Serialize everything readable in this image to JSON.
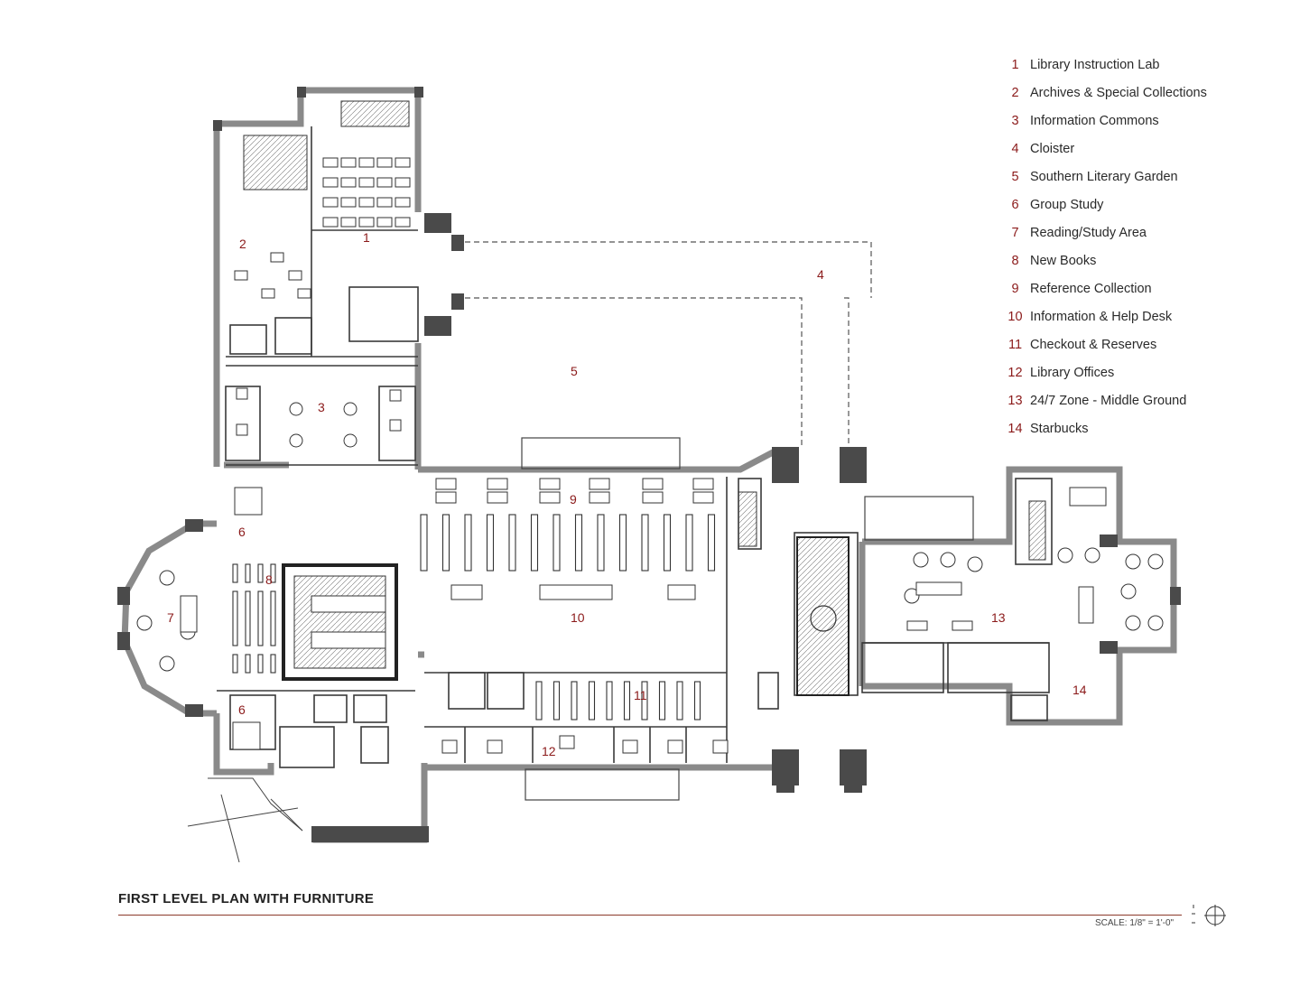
{
  "legend": {
    "items": [
      {
        "num": "1",
        "label": "Library Instruction Lab"
      },
      {
        "num": "2",
        "label": "Archives & Special Collections"
      },
      {
        "num": "3",
        "label": "Information Commons"
      },
      {
        "num": "4",
        "label": "Cloister"
      },
      {
        "num": "5",
        "label": "Southern Literary Garden"
      },
      {
        "num": "6",
        "label": "Group Study"
      },
      {
        "num": "7",
        "label": "Reading/Study Area"
      },
      {
        "num": "8",
        "label": "New Books"
      },
      {
        "num": "9",
        "label": "Reference Collection"
      },
      {
        "num": "10",
        "label": "Information & Help Desk"
      },
      {
        "num": "11",
        "label": "Checkout & Reserves"
      },
      {
        "num": "12",
        "label": "Library Offices"
      },
      {
        "num": "13",
        "label": "24/7 Zone - Middle Ground"
      },
      {
        "num": "14",
        "label": "Starbucks"
      }
    ]
  },
  "plan": {
    "title": "FIRST LEVEL PLAN WITH FURNITURE",
    "scale": "SCALE: 1/8\" = 1'-0\"",
    "room_labels": [
      "1",
      "2",
      "3",
      "4",
      "5",
      "6",
      "6",
      "7",
      "8",
      "9",
      "10",
      "11",
      "12",
      "13",
      "14"
    ]
  },
  "colors": {
    "wall": "#8a8a8a",
    "wall_dark": "#3a3a3a",
    "accent": "#8b1a1a",
    "rule": "#8b3a2a"
  }
}
